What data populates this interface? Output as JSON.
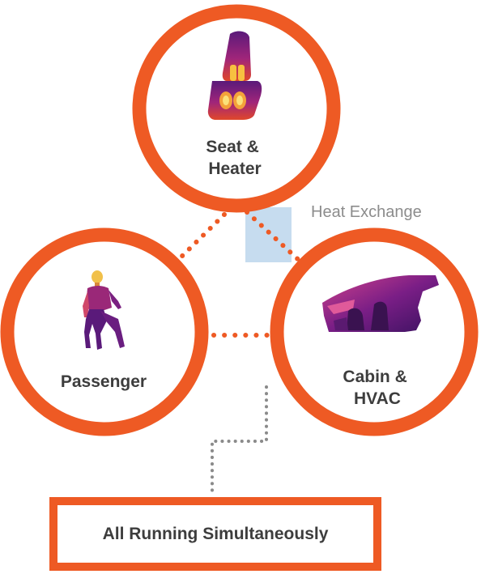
{
  "diagram": {
    "nodes": {
      "seat": {
        "label_lines": [
          "Seat &",
          "Heater"
        ],
        "icon": "heated-seat-thermal-icon"
      },
      "passenger": {
        "label_lines": [
          "Passenger"
        ],
        "icon": "human-thermal-icon"
      },
      "cabin": {
        "label_lines": [
          "Cabin &",
          "HVAC"
        ],
        "icon": "car-cabin-thermal-icon"
      }
    },
    "annotation": "Heat Exchange",
    "summary_label": "All Running Simultaneously",
    "colors": {
      "ring": "#ee5a24",
      "connector": "#ee5a24",
      "summary_connector": "#8a8a8a",
      "highlight": "#c6dcef",
      "label_text": "#3d3d3d",
      "annotation_text": "#8c8c8c"
    }
  }
}
